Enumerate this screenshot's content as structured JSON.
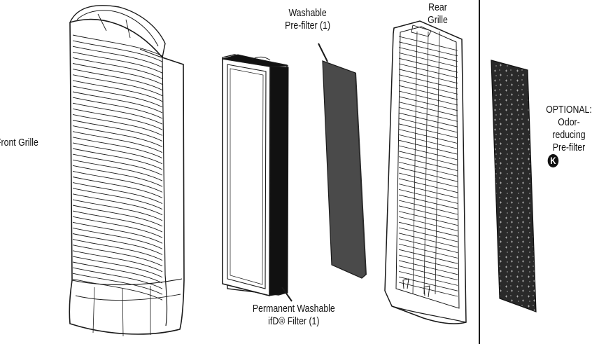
{
  "labels": {
    "front_grille": "Front Grille",
    "washable_prefilter": [
      "Washable",
      "Pre-filter (1)"
    ],
    "rear_grille": [
      "Rear",
      "Grille"
    ],
    "permanent_filter": [
      "Permanent Washable",
      "ifD® Filter (1)"
    ],
    "optional_prefilter": [
      "OPTIONAL:",
      "Odor-",
      "reducing",
      "Pre-filter"
    ],
    "k_badge": "K"
  },
  "colors": {
    "line": "#1a1a1a",
    "prefilter_fill": "#4a4a4a",
    "filter_frame": "#111111",
    "odor_filter_fill": "#2a2a2a"
  }
}
